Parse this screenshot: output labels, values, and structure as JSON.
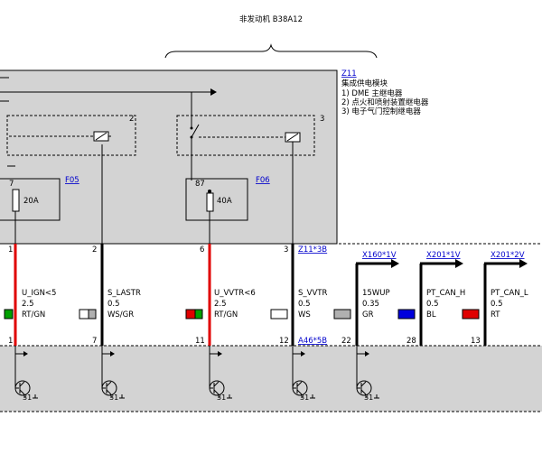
{
  "title": "非发动机 B38A12",
  "module": {
    "ref": "Z11",
    "name": "集成供电模块",
    "items": [
      "1)  DME 主继电器",
      "2)  点火和喷射装置继电器",
      "3)  电子气门控制继电器"
    ],
    "relay2_label": "2",
    "relay3_label": "3"
  },
  "fuses": [
    {
      "ref": "F05",
      "pin": "7",
      "rating": "20A"
    },
    {
      "ref": "F06",
      "pin": "87",
      "rating": "40A"
    }
  ],
  "lower_connector_ref": "A46*5B",
  "wires": [
    {
      "pin_top": "1",
      "signal": "U_IGN<5",
      "size": "2.5",
      "color_code": "RT/GN",
      "pin_bottom": "1",
      "colors": [
        "#e00000",
        "#00a000"
      ]
    },
    {
      "pin_top": "2",
      "signal": "S_LASTR",
      "size": "0.5",
      "color_code": "WS/GR",
      "pin_bottom": "7",
      "colors": [
        "#ffffff",
        "#b0b0b0"
      ]
    },
    {
      "pin_top": "6",
      "signal": "U_VVTR<6",
      "size": "2.5",
      "color_code": "RT/GN",
      "pin_bottom": "11",
      "colors": [
        "#e00000",
        "#00a000"
      ]
    },
    {
      "pin_top": "3",
      "connector": "Z11*3B",
      "signal": "S_VVTR",
      "size": "0.5",
      "color_code": "WS",
      "pin_bottom": "12",
      "colors": [
        "#ffffff"
      ]
    },
    {
      "connector": "X160*1V",
      "signal": "15WUP",
      "size": "0.35",
      "color_code": "GR",
      "pin_bottom": "22",
      "colors": [
        "#b0b0b0"
      ]
    },
    {
      "connector": "X201*1V",
      "signal": "PT_CAN_H",
      "size": "0.5",
      "color_code": "BL",
      "pin_bottom": "28",
      "colors": [
        "#0000dd"
      ]
    },
    {
      "connector": "X201*2V",
      "signal": "PT_CAN_L",
      "size": "0.5",
      "color_code": "RT",
      "pin_bottom": "13",
      "colors": [
        "#e00000"
      ]
    }
  ],
  "transistor_label": "31"
}
